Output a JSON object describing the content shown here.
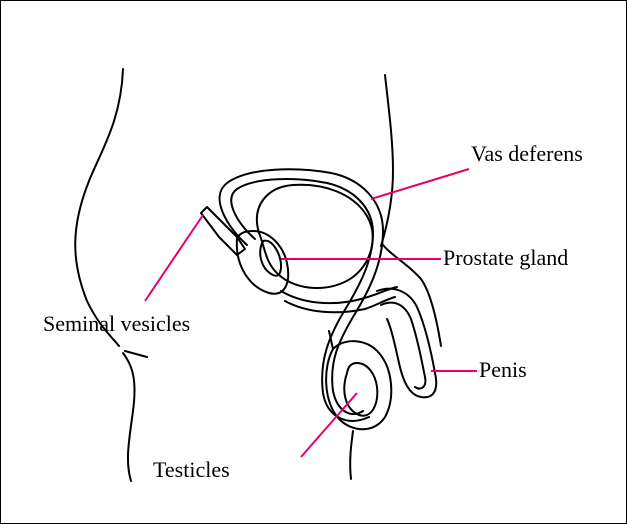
{
  "diagram": {
    "labels": {
      "vas_deferens": "Vas deferens",
      "prostate_gland": "Prostate gland",
      "seminal_vesicles": "Seminal vesicles",
      "penis": "Penis",
      "testicles": "Testicles"
    },
    "colors": {
      "leader_lines": "#e6006e",
      "outline": "#000000",
      "background": "#ffffff"
    }
  }
}
